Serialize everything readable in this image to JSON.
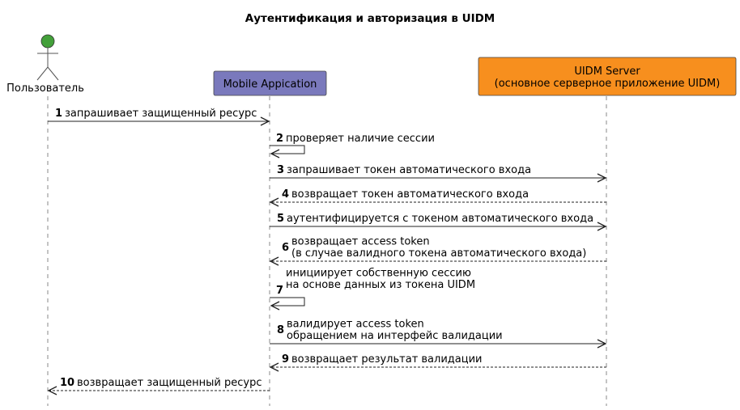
{
  "title": "Аутентификация и авторизация в UIDM",
  "participants": [
    {
      "id": "user",
      "type": "actor",
      "label": [
        "Пользователь"
      ],
      "color": "#43A03A"
    },
    {
      "id": "mobile",
      "type": "participant",
      "label": [
        "Mobile Appication"
      ],
      "color": "#7A79BC"
    },
    {
      "id": "server",
      "type": "participant",
      "label": [
        "UIDM Server",
        " (основное серверное приложение UIDM)"
      ],
      "color": "#F78F1E"
    }
  ],
  "messages": [
    {
      "num": "1",
      "from": "user",
      "to": "mobile",
      "dashed": false,
      "lines": [
        "запрашивает защищенный ресурс"
      ]
    },
    {
      "num": "2",
      "from": "mobile",
      "to": "mobile",
      "dashed": false,
      "lines": [
        "проверяет наличие сессии"
      ]
    },
    {
      "num": "3",
      "from": "mobile",
      "to": "server",
      "dashed": false,
      "lines": [
        "запрашивает токен автоматического входа"
      ]
    },
    {
      "num": "4",
      "from": "server",
      "to": "mobile",
      "dashed": true,
      "lines": [
        "возвращает токен автоматического входа"
      ]
    },
    {
      "num": "5",
      "from": "mobile",
      "to": "server",
      "dashed": false,
      "lines": [
        "аутентифицируется с токеном автоматического входа"
      ]
    },
    {
      "num": "6",
      "from": "server",
      "to": "mobile",
      "dashed": true,
      "lines": [
        "возвращает access token",
        " (в случае валидного токена автоматического входа)"
      ]
    },
    {
      "num": "7",
      "from": "mobile",
      "to": "mobile",
      "dashed": false,
      "lines": [
        "инициирует собственную сессию",
        " на основе данных из токена UIDM"
      ]
    },
    {
      "num": "8",
      "from": "mobile",
      "to": "server",
      "dashed": false,
      "lines": [
        "валидирует access token",
        " обращением на интерфейс валидации"
      ]
    },
    {
      "num": "9",
      "from": "server",
      "to": "mobile",
      "dashed": true,
      "lines": [
        "возвращает результат валидации"
      ]
    },
    {
      "num": "10",
      "from": "mobile",
      "to": "user",
      "dashed": true,
      "lines": [
        "возвращает защищенный ресурс"
      ]
    }
  ]
}
